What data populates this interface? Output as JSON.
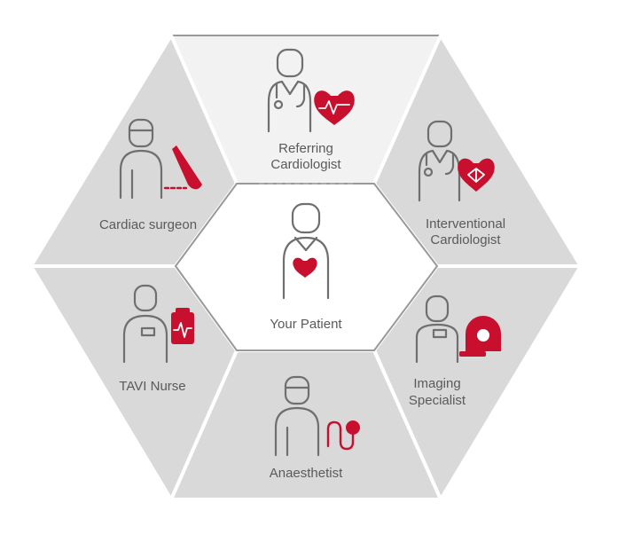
{
  "center": {
    "label": "Your Patient"
  },
  "segments": {
    "referring": {
      "line1": "Referring",
      "line2": "Cardiologist"
    },
    "interventional": {
      "line1": "Interventional",
      "line2": "Cardiologist"
    },
    "imaging": {
      "line1": "Imaging",
      "line2": "Specialist"
    },
    "anaesthetist": {
      "label": "Anaesthetist"
    },
    "nurse": {
      "label": "TAVI Nurse"
    },
    "surgeon": {
      "label": "Cardiac surgeon"
    }
  },
  "colors": {
    "accent": "#c8102e",
    "segment": "#d9d9d9",
    "line": "#6f6f6f",
    "text": "#5a5a5a"
  }
}
